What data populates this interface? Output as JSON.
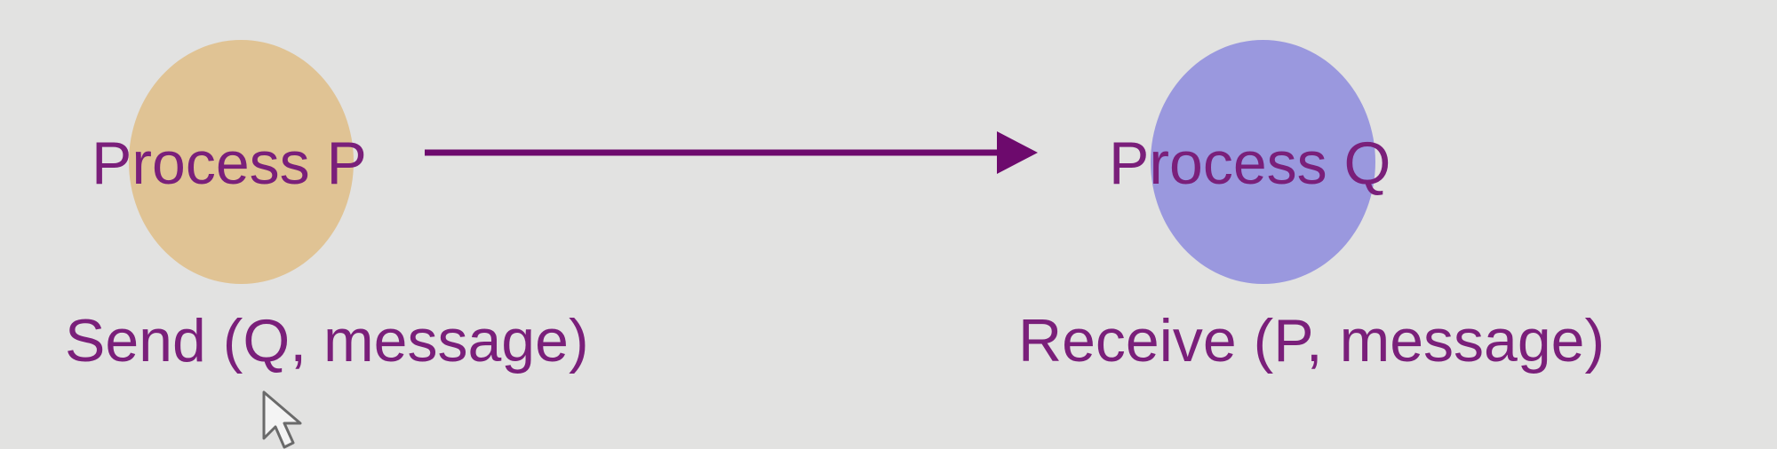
{
  "diagram": {
    "sender": {
      "label": "Process P",
      "operation": "Send (Q, message)",
      "color": "#e0c394"
    },
    "receiver": {
      "label": "Process Q",
      "operation": "Receive (P, message)",
      "color": "#9a98de"
    },
    "arrow": {
      "direction": "P-to-Q",
      "color": "#6d0a6d"
    },
    "cursor_icon": "mouse-pointer-icon",
    "text_color": "#7a1f7a",
    "background": "#e2e2e1"
  }
}
